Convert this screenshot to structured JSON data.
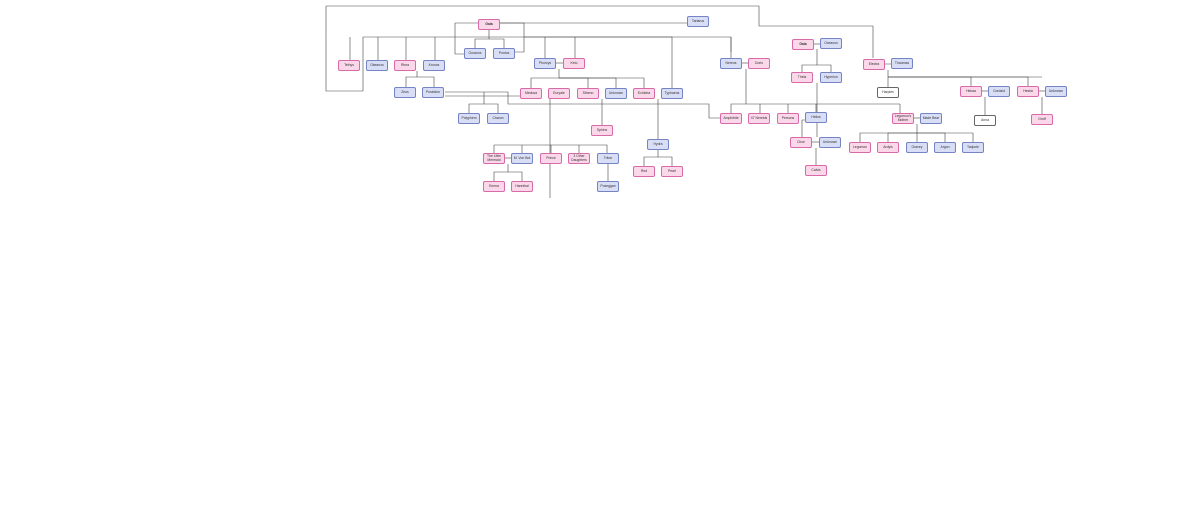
{
  "colors": {
    "female_fill": "#fbd7ea",
    "female_border": "#d86aa8",
    "male_fill": "#d8def5",
    "male_border": "#7683c4",
    "unknown_fill": "#ffffff",
    "edge": "#444444"
  },
  "nodes": [
    {
      "id": "gaia",
      "label": "Gaia",
      "gender": "f",
      "root": true
    },
    {
      "id": "tartarus",
      "label": "Tartarus",
      "gender": "m"
    },
    {
      "id": "ouranos",
      "label": "Ouranos",
      "gender": "m"
    },
    {
      "id": "pontos",
      "label": "Pontos",
      "gender": "m"
    },
    {
      "id": "tethys",
      "label": "Tethys",
      "gender": "f"
    },
    {
      "id": "oceanus",
      "label": "Okeanos",
      "gender": "m"
    },
    {
      "id": "rhea",
      "label": "Rhea",
      "gender": "f"
    },
    {
      "id": "kronos",
      "label": "Kronos",
      "gender": "m"
    },
    {
      "id": "zeus",
      "label": "Zeus",
      "gender": "m"
    },
    {
      "id": "poseidon",
      "label": "Poseidon",
      "gender": "m"
    },
    {
      "id": "phorcys",
      "label": "Phorcys",
      "gender": "m"
    },
    {
      "id": "keto",
      "label": "Keto",
      "gender": "f"
    },
    {
      "id": "medusa",
      "label": "Medusa",
      "gender": "f"
    },
    {
      "id": "euryale",
      "label": "Euryale",
      "gender": "f"
    },
    {
      "id": "stheno",
      "label": "Stheno",
      "gender": "f"
    },
    {
      "id": "unknown1",
      "label": "Unknown",
      "gender": "m"
    },
    {
      "id": "echidna",
      "label": "Echidna",
      "gender": "f"
    },
    {
      "id": "typhon",
      "label": "Typhaeus",
      "gender": "m"
    },
    {
      "id": "nereus",
      "label": "Nereus",
      "gender": "m"
    },
    {
      "id": "doris",
      "label": "Doris",
      "gender": "f"
    },
    {
      "id": "polyphem",
      "label": "Polyphem",
      "gender": "m"
    },
    {
      "id": "charon",
      "label": "Charon",
      "gender": "m"
    },
    {
      "id": "sphinx",
      "label": "Sphinx",
      "gender": "f"
    },
    {
      "id": "hydra",
      "label": "Hydra",
      "gender": "m"
    },
    {
      "id": "mermaid",
      "label": "The Little Mermaid",
      "gender": "f"
    },
    {
      "id": "vonbot",
      "label": "M. Von Bot",
      "gender": "m"
    },
    {
      "id": "prince",
      "label": "Prince",
      "gender": "f"
    },
    {
      "id": "daughters",
      "label": "3 Other Daughters",
      "gender": "f"
    },
    {
      "id": "triton",
      "label": "Triton",
      "gender": "m"
    },
    {
      "id": "emma",
      "label": "Emma",
      "gender": "f"
    },
    {
      "id": "hannibal",
      "label": "Hannibal",
      "gender": "f"
    },
    {
      "id": "poseggan",
      "label": "Poseggan",
      "gender": "m"
    },
    {
      "id": "red",
      "label": "Red",
      "gender": "f"
    },
    {
      "id": "pearl",
      "label": "Pearl",
      "gender": "f"
    },
    {
      "id": "amphitrite",
      "label": "Amphitrite",
      "gender": "f"
    },
    {
      "id": "nereids",
      "label": "47 Nereids",
      "gender": "f"
    },
    {
      "id": "persons",
      "label": "Persons",
      "gender": "f"
    },
    {
      "id": "helios",
      "label": "Helios",
      "gender": "m"
    },
    {
      "id": "gaia2",
      "label": "Gaia",
      "gender": "f",
      "root": true
    },
    {
      "id": "oceanus2",
      "label": "Oceanus",
      "gender": "m"
    },
    {
      "id": "theia",
      "label": "Theia",
      "gender": "f"
    },
    {
      "id": "hyperion",
      "label": "Hyperion",
      "gender": "m"
    },
    {
      "id": "circe",
      "label": "Circe",
      "gender": "f"
    },
    {
      "id": "unknown2",
      "label": "Unknown",
      "gender": "m"
    },
    {
      "id": "calvis",
      "label": "Calvis",
      "gender": "f"
    },
    {
      "id": "electra",
      "label": "Electra",
      "gender": "f"
    },
    {
      "id": "thaumas",
      "label": "Thaumas",
      "gender": "m"
    },
    {
      "id": "harpies",
      "label": "Harpies",
      "gender": "u"
    },
    {
      "id": "hekaa",
      "label": "Hekaa",
      "gender": "f"
    },
    {
      "id": "cordaid",
      "label": "Cordaid",
      "gender": "m"
    },
    {
      "id": "hestia",
      "label": "Hestia",
      "gender": "f"
    },
    {
      "id": "unknown3",
      "label": "Unknown",
      "gender": "m"
    },
    {
      "id": "anna",
      "label": "Anna",
      "gender": "u"
    },
    {
      "id": "gruff",
      "label": "Gruff",
      "gender": "f"
    },
    {
      "id": "legmother",
      "label": "Legomon's Mother",
      "gender": "f"
    },
    {
      "id": "bear",
      "label": "Made Bear",
      "gender": "m"
    },
    {
      "id": "legomon",
      "label": "Legomon",
      "gender": "f"
    },
    {
      "id": "ardyis",
      "label": "Ardyis",
      "gender": "f"
    },
    {
      "id": "gravey",
      "label": "Gravey",
      "gender": "m"
    },
    {
      "id": "argon",
      "label": "Argon",
      "gender": "m"
    },
    {
      "id": "tadpole",
      "label": "Tadpole",
      "gender": "m"
    }
  ]
}
